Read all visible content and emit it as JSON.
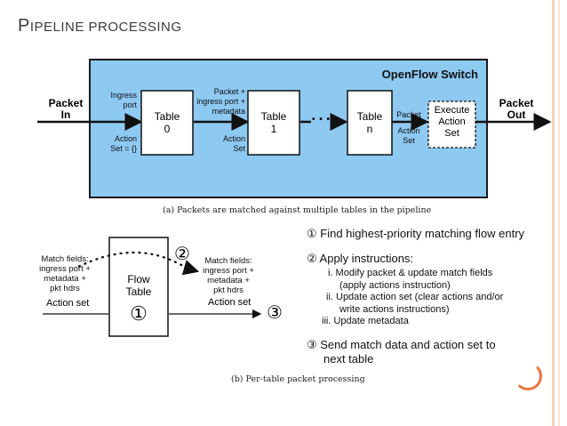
{
  "slide": {
    "title_initial": "P",
    "title_rest": "IPELINE PROCESSING"
  },
  "switch_diagram": {
    "switch_label": "OpenFlow Switch",
    "packet_in": [
      "Packet",
      "In"
    ],
    "packet_out": [
      "Packet",
      "Out"
    ],
    "ingress_port": [
      "Ingress",
      "port"
    ],
    "action_set_init": [
      "Action",
      "Set = {}"
    ],
    "between_0_1_top": [
      "Packet +",
      "ingress port +",
      "metadata"
    ],
    "between_0_1_bottom": [
      "Action",
      "Set"
    ],
    "between_n_exec_top": "Packet",
    "between_n_exec_bottom": [
      "Action",
      "Set"
    ],
    "ellipsis": "• • •",
    "tables": [
      {
        "name": "Table",
        "id": "0"
      },
      {
        "name": "Table",
        "id": "1"
      },
      {
        "name": "Table",
        "id": "n"
      }
    ],
    "execute_box": [
      "Execute",
      "Action",
      "Set"
    ],
    "caption": "(a) Packets are matched against multiple tables in the pipeline"
  },
  "per_table": {
    "match_fields_in": [
      "Match fields:",
      "ingress port +",
      "metadata +",
      "pkt hdrs"
    ],
    "action_set_in": "Action set",
    "flow_table": [
      "Flow",
      "Table"
    ],
    "flow_table_marker": "①",
    "marker_2": "②",
    "match_fields_out": [
      "Match fields:",
      "ingress port +",
      "metadata +",
      "pkt hdrs"
    ],
    "action_set_out": "Action set",
    "marker_3": "③",
    "caption": "(b) Per-table packet processing"
  },
  "instructions": {
    "step1": "① Find highest-priority matching flow entry",
    "step2": "② Apply instructions:",
    "step2_items": [
      "i. Modify packet & update match fields",
      "(apply actions instruction)",
      "ii. Update action set (clear actions and/or",
      "write actions instructions)",
      "iii. Update metadata"
    ],
    "step3": [
      "③ Send match data and action set to",
      "next table"
    ]
  },
  "colors": {
    "switch_fill": "#8ec9f2",
    "switch_border": "#1a1a1a",
    "accent_orange": "#e9763a"
  }
}
